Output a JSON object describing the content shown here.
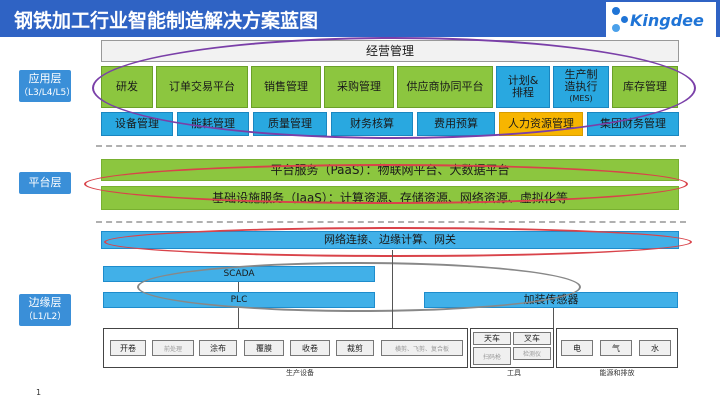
{
  "header": {
    "title": "钢铁加工行业智能制造解决方案蓝图",
    "logo_text": "Kingdee"
  },
  "layers": {
    "app": {
      "label": "应用层",
      "sub": "（L3/L4/L5）"
    },
    "platform": {
      "label": "平台层"
    },
    "edge": {
      "label": "边缘层",
      "sub": "（L1/L2）"
    }
  },
  "app_layer": {
    "top_bar": "经营管理",
    "row1": [
      "研发",
      "订单交易平台",
      "销售管理",
      "采购管理",
      "供应商协同平台",
      "计划&排程",
      "生产制造执行",
      "(MES)",
      "库存管理"
    ],
    "row2": [
      "设备管理",
      "能耗管理",
      "质量管理",
      "财务核算",
      "费用预算",
      "人力资源管理",
      "集团财务管理"
    ]
  },
  "platform_layer": {
    "paas": "平台服务（PaaS）：物联网平台、大数据平台",
    "iaas": "基础设施服务（IaaS）：计算资源、存储资源、网络资源、虚拟化等"
  },
  "edge_layer": {
    "network": "网络连接、边缘计算、网关",
    "scada": "SCADA",
    "plc": "PLC",
    "sensor": "加装传感器"
  },
  "devices": {
    "production": [
      "开卷",
      "前处理",
      "涂布",
      "覆膜",
      "收卷",
      "裁剪",
      "横剪、飞剪、复合板"
    ],
    "production_label": "生产设备",
    "tools": [
      "天车",
      "叉车",
      "扫码枪",
      "检测仪"
    ],
    "tools_label": "工具",
    "energy": [
      "电",
      "气",
      "水"
    ],
    "energy_label": "能源和排放"
  },
  "footer": {
    "page": "1"
  },
  "colors": {
    "title_bar": "#2f63c4",
    "green": "#8cc63f",
    "blue": "#29a8e0",
    "orange": "#f7b500",
    "ellipse_purple": "#7a3fa8",
    "ellipse_red": "#d9434a",
    "ellipse_gray": "#888888"
  }
}
